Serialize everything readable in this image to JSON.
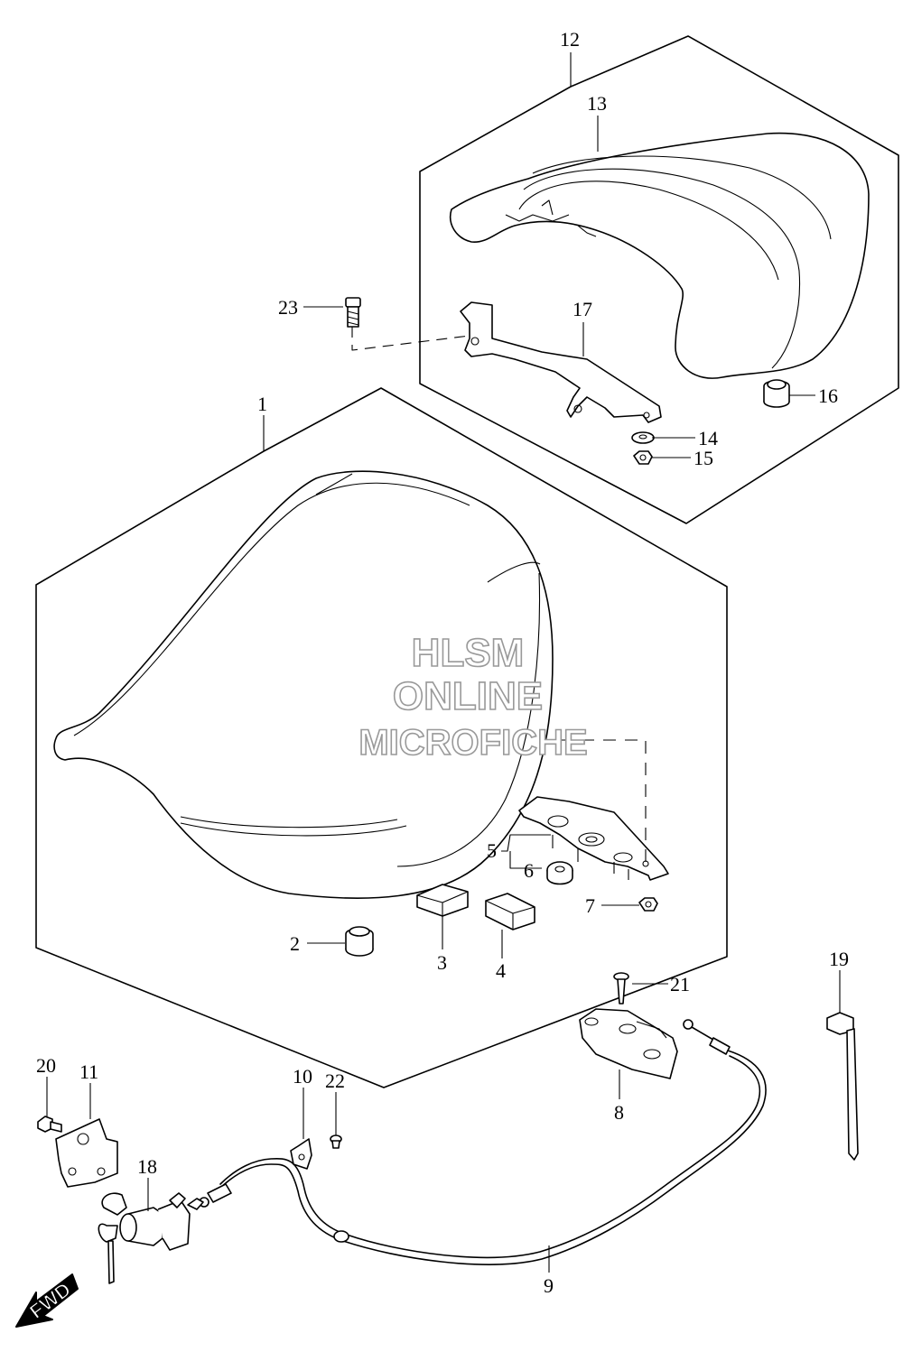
{
  "watermark": {
    "line1": "HLSM",
    "line2": "ONLINE",
    "line3": "MICROFICHE"
  },
  "direction_tag": {
    "label": "FWD"
  },
  "callouts": [
    {
      "id": "1",
      "label": "1"
    },
    {
      "id": "2",
      "label": "2"
    },
    {
      "id": "3",
      "label": "3"
    },
    {
      "id": "4",
      "label": "4"
    },
    {
      "id": "5",
      "label": "5"
    },
    {
      "id": "6",
      "label": "6"
    },
    {
      "id": "7",
      "label": "7"
    },
    {
      "id": "8",
      "label": "8"
    },
    {
      "id": "9",
      "label": "9"
    },
    {
      "id": "10",
      "label": "10"
    },
    {
      "id": "11",
      "label": "11"
    },
    {
      "id": "12",
      "label": "12"
    },
    {
      "id": "13",
      "label": "13"
    },
    {
      "id": "14",
      "label": "14"
    },
    {
      "id": "15",
      "label": "15"
    },
    {
      "id": "16",
      "label": "16"
    },
    {
      "id": "17",
      "label": "17"
    },
    {
      "id": "18",
      "label": "18"
    },
    {
      "id": "19",
      "label": "19"
    },
    {
      "id": "20",
      "label": "20"
    },
    {
      "id": "21",
      "label": "21"
    },
    {
      "id": "22",
      "label": "22"
    },
    {
      "id": "23",
      "label": "23"
    }
  ]
}
